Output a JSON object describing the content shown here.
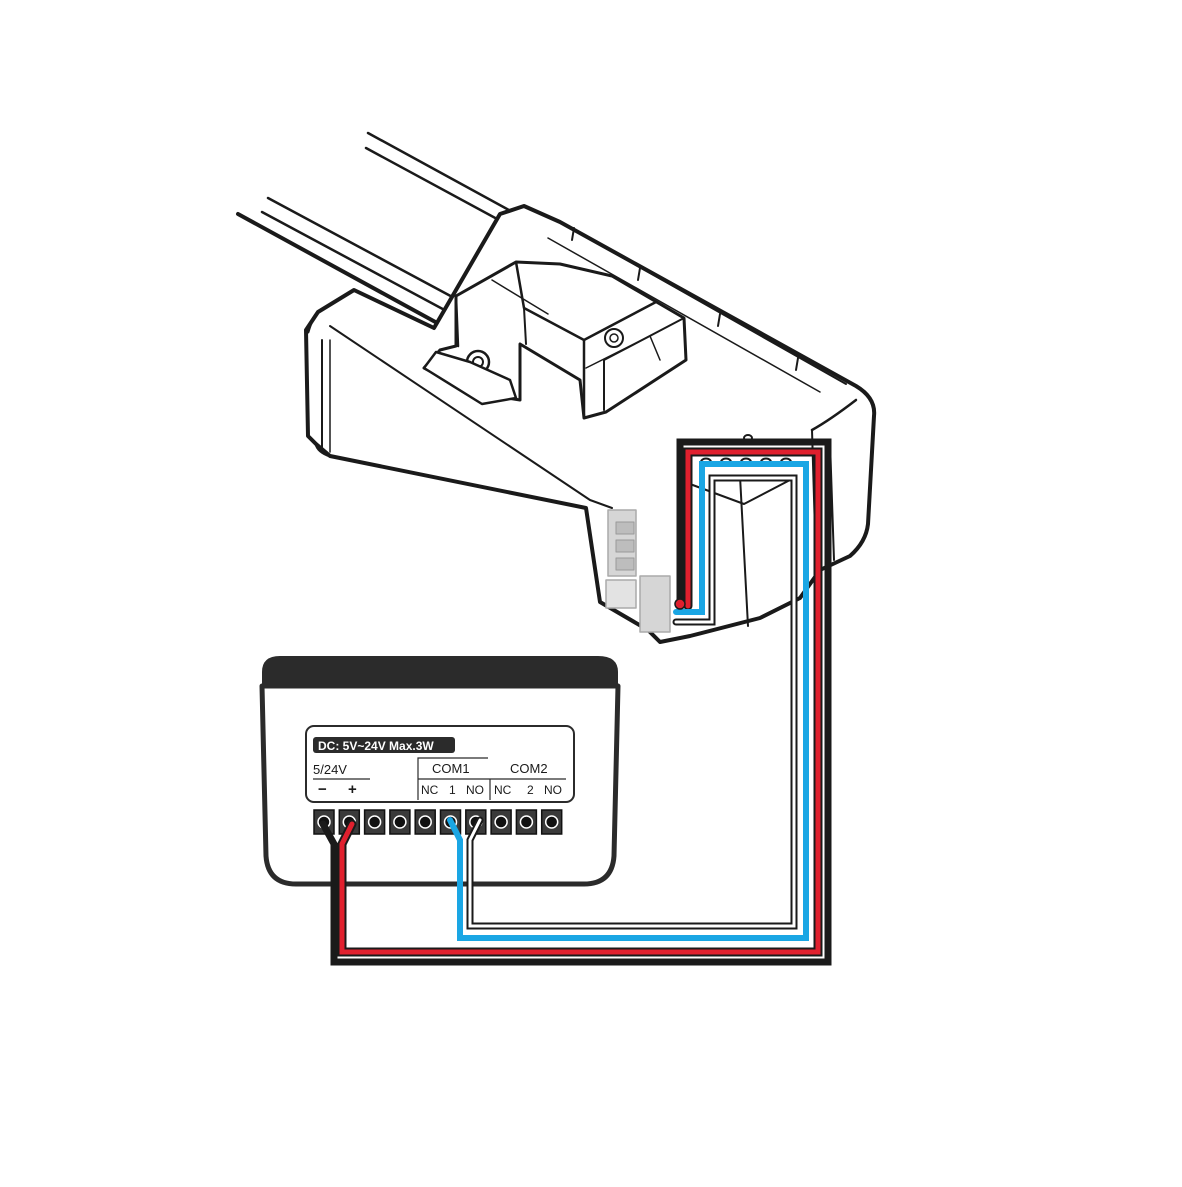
{
  "colors": {
    "outline": "#1a1a1a",
    "red_wire": "#e0202e",
    "blue_wire": "#1aa6e4",
    "white_wire": "#ffffff",
    "black_wire": "#1a1a1a",
    "terminal": "#2a2a2a",
    "grey_block": "#d6d6d6"
  },
  "controller": {
    "rating": "DC: 5V~24V Max.3W",
    "power_label": "5/24V",
    "minus": "−",
    "plus": "+",
    "com1": "COM1",
    "com2": "COM2",
    "com1_pins": [
      "NC",
      "1",
      "NO"
    ],
    "com2_pins": [
      "NC",
      "2",
      "NO"
    ],
    "terminal_count": 10
  },
  "wires": [
    {
      "name": "black",
      "color": "#1a1a1a",
      "from": "−",
      "to": "motor"
    },
    {
      "name": "red",
      "color": "#e0202e",
      "from": "+",
      "to": "motor"
    },
    {
      "name": "blue",
      "color": "#1aa6e4",
      "from": "1",
      "to": "motor"
    },
    {
      "name": "white",
      "color": "#ffffff",
      "from": "NO",
      "to": "motor"
    }
  ],
  "icons": [
    "screw-icon",
    "terminal-screw-icon"
  ]
}
